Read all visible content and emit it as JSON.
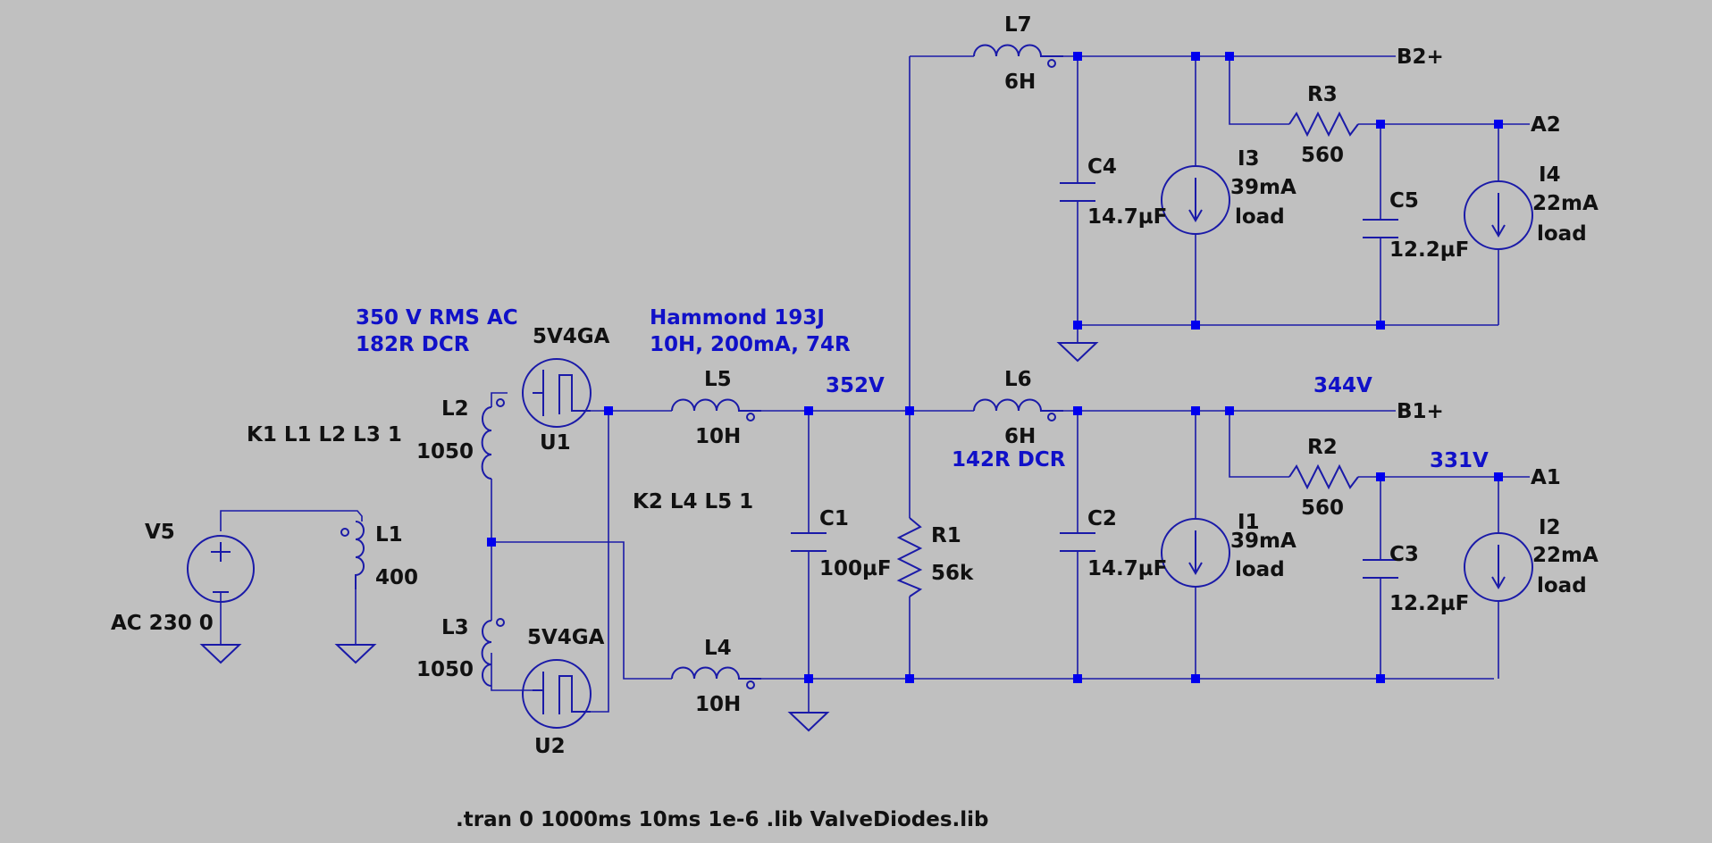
{
  "colors": {
    "background": "#c0c0c0",
    "wire": "#1a1aa8",
    "junction": "#0000ee",
    "text": "#111111",
    "annotation": "#1010c8"
  },
  "annotations": {
    "tx": [
      "350 V RMS AC",
      "182R DCR"
    ],
    "choke": [
      "Hammond 193J",
      "10H, 200mA, 74R"
    ],
    "v352": "352V",
    "v344": "344V",
    "v331": "331V",
    "dcr142": "142R DCR"
  },
  "directives": {
    "k1": "K1 L1 L2 L3 1",
    "k2": "K2 L4 L5 1",
    "tran": ".tran 0 1000ms 10ms 1e-6 .lib ValveDiodes.lib"
  },
  "nets": {
    "b2": "B2+",
    "a2": "A2",
    "b1": "B1+",
    "a1": "A1"
  },
  "components": {
    "V5": {
      "name": "V5",
      "value": "AC 230 0"
    },
    "L1": {
      "name": "L1",
      "value": "400"
    },
    "L2": {
      "name": "L2",
      "value": "1050"
    },
    "L3": {
      "name": "L3",
      "value": "1050"
    },
    "U1": {
      "name": "U1",
      "value": "5V4GA"
    },
    "U2": {
      "name": "U2",
      "value": "5V4GA"
    },
    "L5": {
      "name": "L5",
      "value": "10H"
    },
    "L4": {
      "name": "L4",
      "value": "10H"
    },
    "C1": {
      "name": "C1",
      "value": "100µF"
    },
    "R1": {
      "name": "R1",
      "value": "56k"
    },
    "L6": {
      "name": "L6",
      "value": "6H"
    },
    "L7": {
      "name": "L7",
      "value": "6H"
    },
    "C2": {
      "name": "C2",
      "value": "14.7µF"
    },
    "C4": {
      "name": "C4",
      "value": "14.7µF"
    },
    "I1": {
      "name": "I1",
      "value": "39mA",
      "extra": "load"
    },
    "I3": {
      "name": "I3",
      "value": "39mA",
      "extra": "load"
    },
    "R2": {
      "name": "R2",
      "value": "560"
    },
    "R3": {
      "name": "R3",
      "value": "560"
    },
    "C3": {
      "name": "C3",
      "value": "12.2µF"
    },
    "C5": {
      "name": "C5",
      "value": "12.2µF"
    },
    "I2": {
      "name": "I2",
      "value": "22mA",
      "extra": "load"
    },
    "I4": {
      "name": "I4",
      "value": "22mA",
      "extra": "load"
    }
  }
}
